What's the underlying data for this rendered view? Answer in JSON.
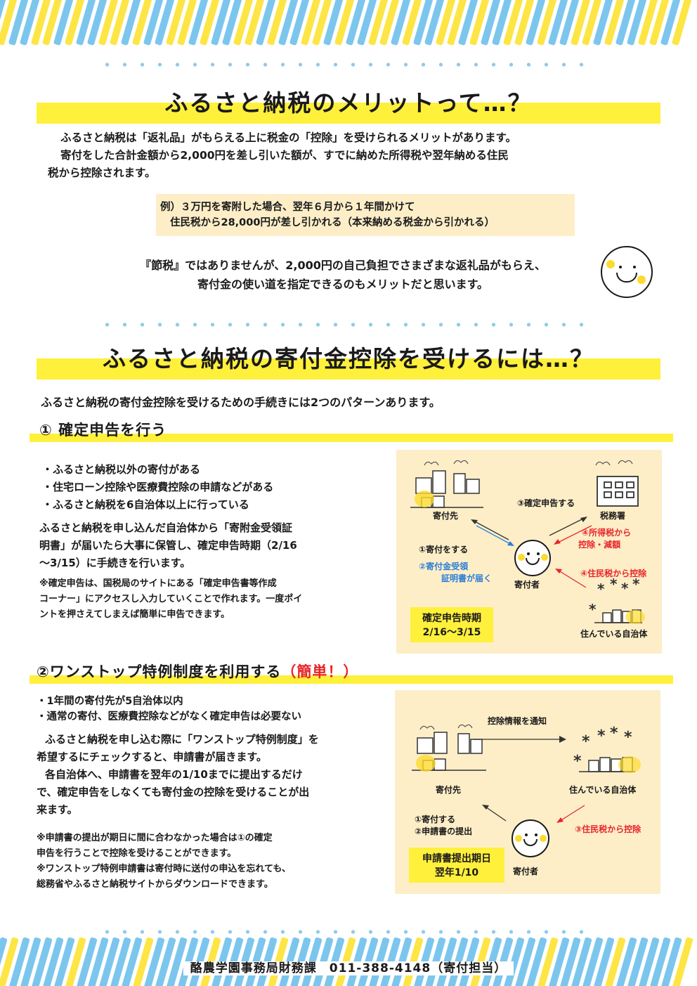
{
  "section1": {
    "title": "ふるさと納税のメリットって…？",
    "intro_lines": [
      "ふるさと納税は「返礼品」がもらえる上に税金の「控除」を受けられるメリットがあります。",
      "寄付をした合計金額から2,000円を差し引いた額が、すでに納めた所得税や翌年納める住民",
      "税から控除されます。"
    ],
    "example_lines": [
      "例）３万円を寄附した場合、翌年６月から１年間かけて",
      "住民税から28,000円が差し引かれる（本来納める税金から引かれる）"
    ],
    "note_lines": [
      "『節税』ではありませんが、2,000円の自己負担でさまざまな返礼品がもらえ、",
      "寄付金の使い道を指定できるのもメリットだと思います。"
    ]
  },
  "section2": {
    "title": "ふるさと納税の寄付金控除を受けるには…？",
    "intro": "ふるさと納税の寄付金控除を受けるための手続きには2つのパターンあります。"
  },
  "pattern1": {
    "heading": "① 確定申告を行う",
    "bullets": [
      "・ふるさと納税以外の寄付がある",
      "・住宅ローン控除や医療費控除の申請などがある",
      "・ふるさと納税を6自治体以上に行っている"
    ],
    "body_lines": [
      "ふるさと納税を申し込んだ自治体から「寄附金受領証",
      "明書」が届いたら大事に保管し、確定申告時期（2/16",
      "～3/15）に手続きを行います。"
    ],
    "note_lines": [
      "※確定申告は、国税局のサイトにある「確定申告書等作成",
      "コーナー」にアクセスし入力していくことで作れます。一度ポイ",
      "ントを押さえてしまえば簡単に申告できます。"
    ],
    "diagram": {
      "donee": "寄付先",
      "tax_office": "税務署",
      "donor": "寄付者",
      "home_municipality": "住んでいる自治体",
      "step1": "①寄付をする",
      "step2_line1": "②寄付金受領",
      "step2_line2": "証明書が届く",
      "step3": "③確定申告する",
      "step4_line1": "④所得税から",
      "step4_line2": "控除・減額",
      "step4b": "④住民税から控除",
      "period_label": "確定申告時期",
      "period_value": "2/16～3/15"
    }
  },
  "pattern2": {
    "heading": "②ワンストップ特例制度を利用する",
    "heading_accent": "（簡単！）",
    "bullets": [
      "・1年間の寄付先が5自治体以内",
      "・通常の寄付、医療費控除などがなく確定申告は必要ない"
    ],
    "body_lines": [
      "ふるさと納税を申し込む際に「ワンストップ特例制度」を",
      "希望するにチェックすると、申請書が届きます。",
      "各自治体へ、申請書を翌年の1/10までに提出するだけ",
      "で、確定申告をしなくても寄付金の控除を受けることが出",
      "来ます。"
    ],
    "note_lines": [
      "※申請書の提出が期日に間に合わなかった場合は①の確定",
      "申告を行うことで控除を受けることができます。",
      "※ワンストップ特例申請書は寄付時に送付の申込を忘れても、",
      "総務省やふるさと納税サイトからダウンロードできます。"
    ],
    "diagram": {
      "notify": "控除情報を通知",
      "donee": "寄付先",
      "home_municipality": "住んでいる自治体",
      "step1": "①寄付する",
      "step2": "②申請書の提出",
      "step3": "③住民税から控除",
      "donor": "寄付者",
      "deadline_label": "申請書提出期日",
      "deadline_value": "翌年1/10"
    }
  },
  "footer": "酪農学園事務局財務課　011-388-4148（寄付担当）"
}
